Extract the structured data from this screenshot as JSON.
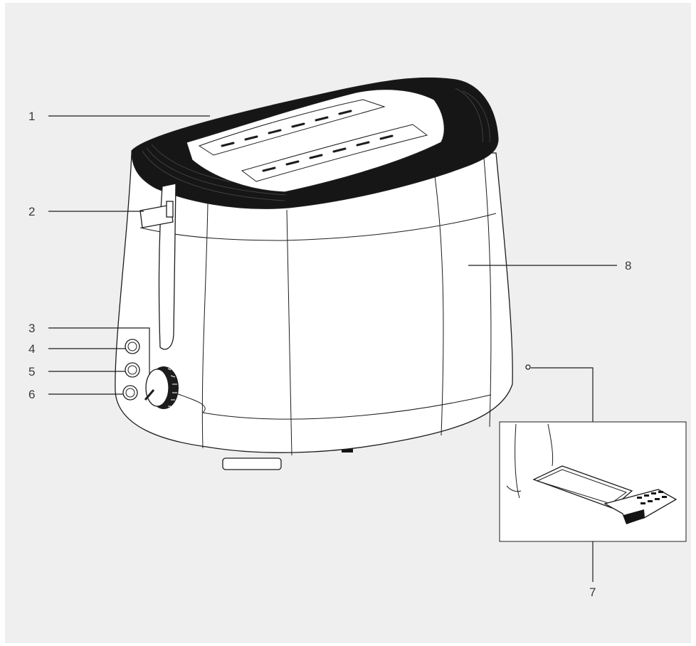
{
  "colors": {
    "background": "#efefef",
    "frame": "#ffffff",
    "line": "#1c1c1c",
    "label": "#3a3a3a"
  },
  "callouts": [
    {
      "id": "1",
      "number": "1",
      "part": "top-vent-rim"
    },
    {
      "id": "2",
      "number": "2",
      "part": "lever"
    },
    {
      "id": "3",
      "number": "3",
      "part": "browning-dial"
    },
    {
      "id": "4",
      "number": "4",
      "part": "button-upper"
    },
    {
      "id": "5",
      "number": "5",
      "part": "button-middle"
    },
    {
      "id": "6",
      "number": "6",
      "part": "button-lower"
    },
    {
      "id": "7",
      "number": "7",
      "part": "crumb-tray"
    },
    {
      "id": "8",
      "number": "8",
      "part": "housing"
    }
  ]
}
